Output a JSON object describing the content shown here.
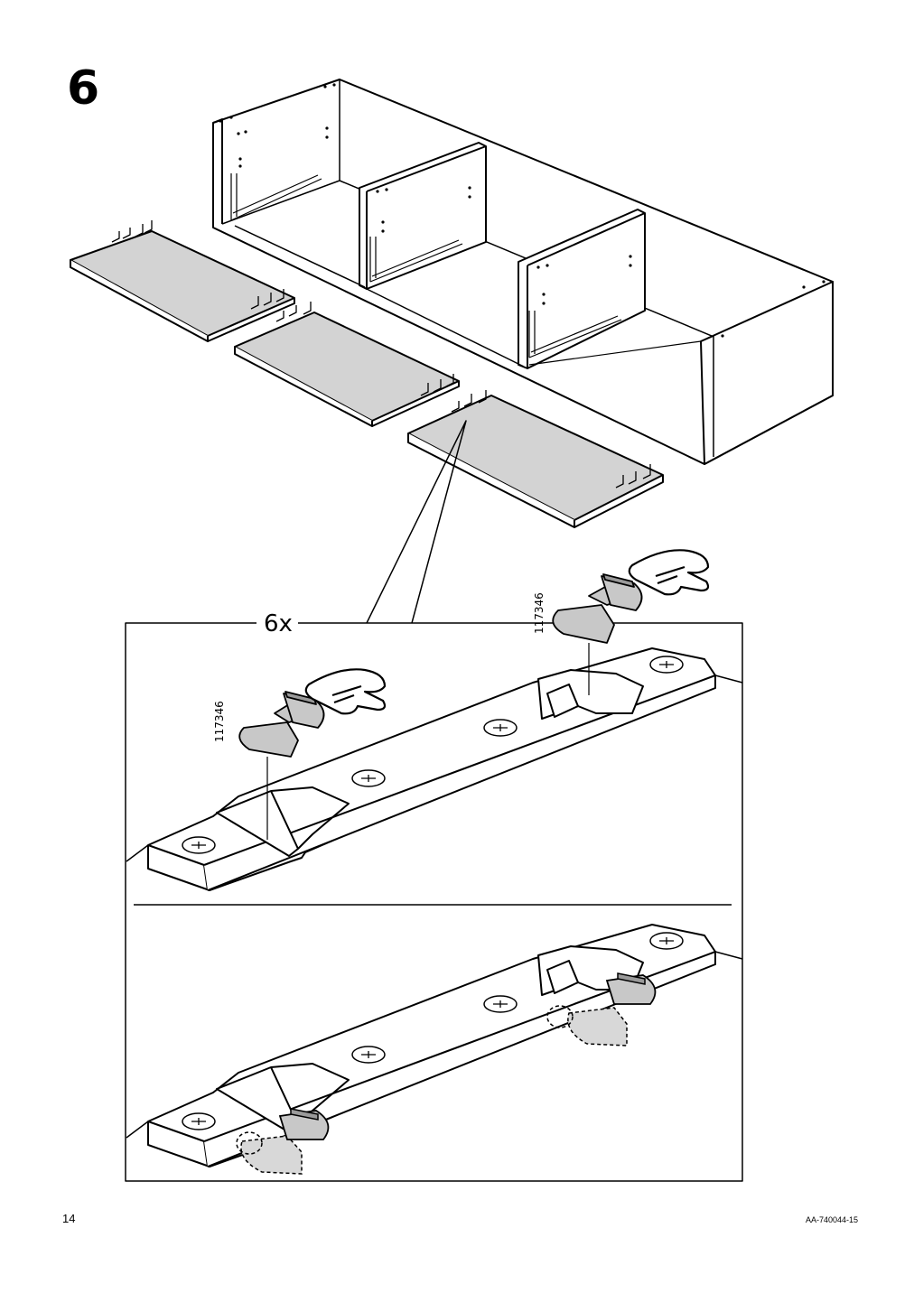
{
  "step": {
    "number": "6"
  },
  "detail": {
    "quantity": "6x",
    "part_number": "117346"
  },
  "footer": {
    "page_number": "14",
    "document_code": "AA-740044-15"
  }
}
